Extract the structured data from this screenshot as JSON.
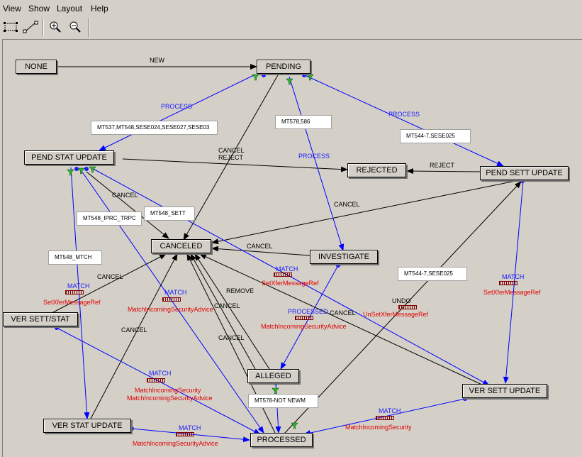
{
  "menu": [
    "View",
    "Show",
    "Layout",
    "Help"
  ],
  "toolbar": {
    "tools": [
      "select-rect-icon",
      "connect-icon",
      "zoom-in-icon",
      "zoom-out-icon"
    ]
  },
  "colors": {
    "flow_blue": "#0000ff",
    "flow_black": "#000000",
    "text_red": "#e00000",
    "node_fill": "#d4d0c8"
  },
  "nodes": {
    "none": "NONE",
    "pending": "PENDING",
    "pend_stat_update": "PEND STAT UPDATE",
    "rejected": "REJECTED",
    "pend_sett_update": "PEND SETT UPDATE",
    "canceled": "CANCELED",
    "investigate": "INVESTIGATE",
    "ver_sett_stat": "VER SETT/STAT",
    "alleged": "ALLEGED",
    "ver_sett_update": "VER SETT UPDATE",
    "ver_stat_update": "VER STAT UPDATE",
    "processed": "PROCESSED"
  },
  "annotations": {
    "mt537": "MT537,MT548,SESE024,SESE027,SESE03",
    "mt578_586": "MT578,586",
    "mt544_sese025_top": "MT544-7,SESE025",
    "mt548_iprc": "MT548_IPRC_TRPC",
    "mt548_sett": "MT548_SETT",
    "mt548_mtch": "MT548_MTCH",
    "mt544_sese025_mid": "MT544-7,SESE025",
    "mt578_not_newm": "MT578-NOT NEWM"
  },
  "labels": {
    "new": "NEW",
    "process_left": "PROCESS",
    "process_right": "PROCESS",
    "process_center": "PROCESS",
    "cancel_reject_1": "CANCEL",
    "cancel_reject_2": "REJECT",
    "reject": "REJECT",
    "cancel_pend_sett": "CANCEL",
    "cancel_pss": "CANCEL",
    "cancel_investigate": "CANCEL",
    "cancel_ver_sett_stat": "CANCEL",
    "cancel_ver_stat": "CANCEL",
    "remove": "REMOVE",
    "cancel_alleged_1": "CANCEL",
    "cancel_alleged_2": "CANCEL",
    "cancel_ver_sett": "CANCEL",
    "undo": "UNDO",
    "processed_lbl": "PROCESSED",
    "match_1": "MATCH",
    "match_1_action": "SetXferMessageRef",
    "match_2": "MATCH",
    "match_2_action": "SetXferMessageRef",
    "match_3": "MATCH",
    "match_3_action": "SetXferMessageRef",
    "match_4": "MATCH",
    "match_4_action": "MatchIncomingSecurityAdvice",
    "processed_action": "MatchIncomingSecurityAdvice",
    "undo_action": "UnSetXferMessageRef",
    "match_5": "MATCH",
    "match_5_action_1": "MatchIncomingSecurity",
    "match_5_action_2": "MatchIncomingSecurityAdvice",
    "match_6": "MATCH",
    "match_6_action": "MatchIncomingSecurityAdvice",
    "match_7": "MATCH",
    "match_7_action": "MatchIncomingSecurity"
  }
}
